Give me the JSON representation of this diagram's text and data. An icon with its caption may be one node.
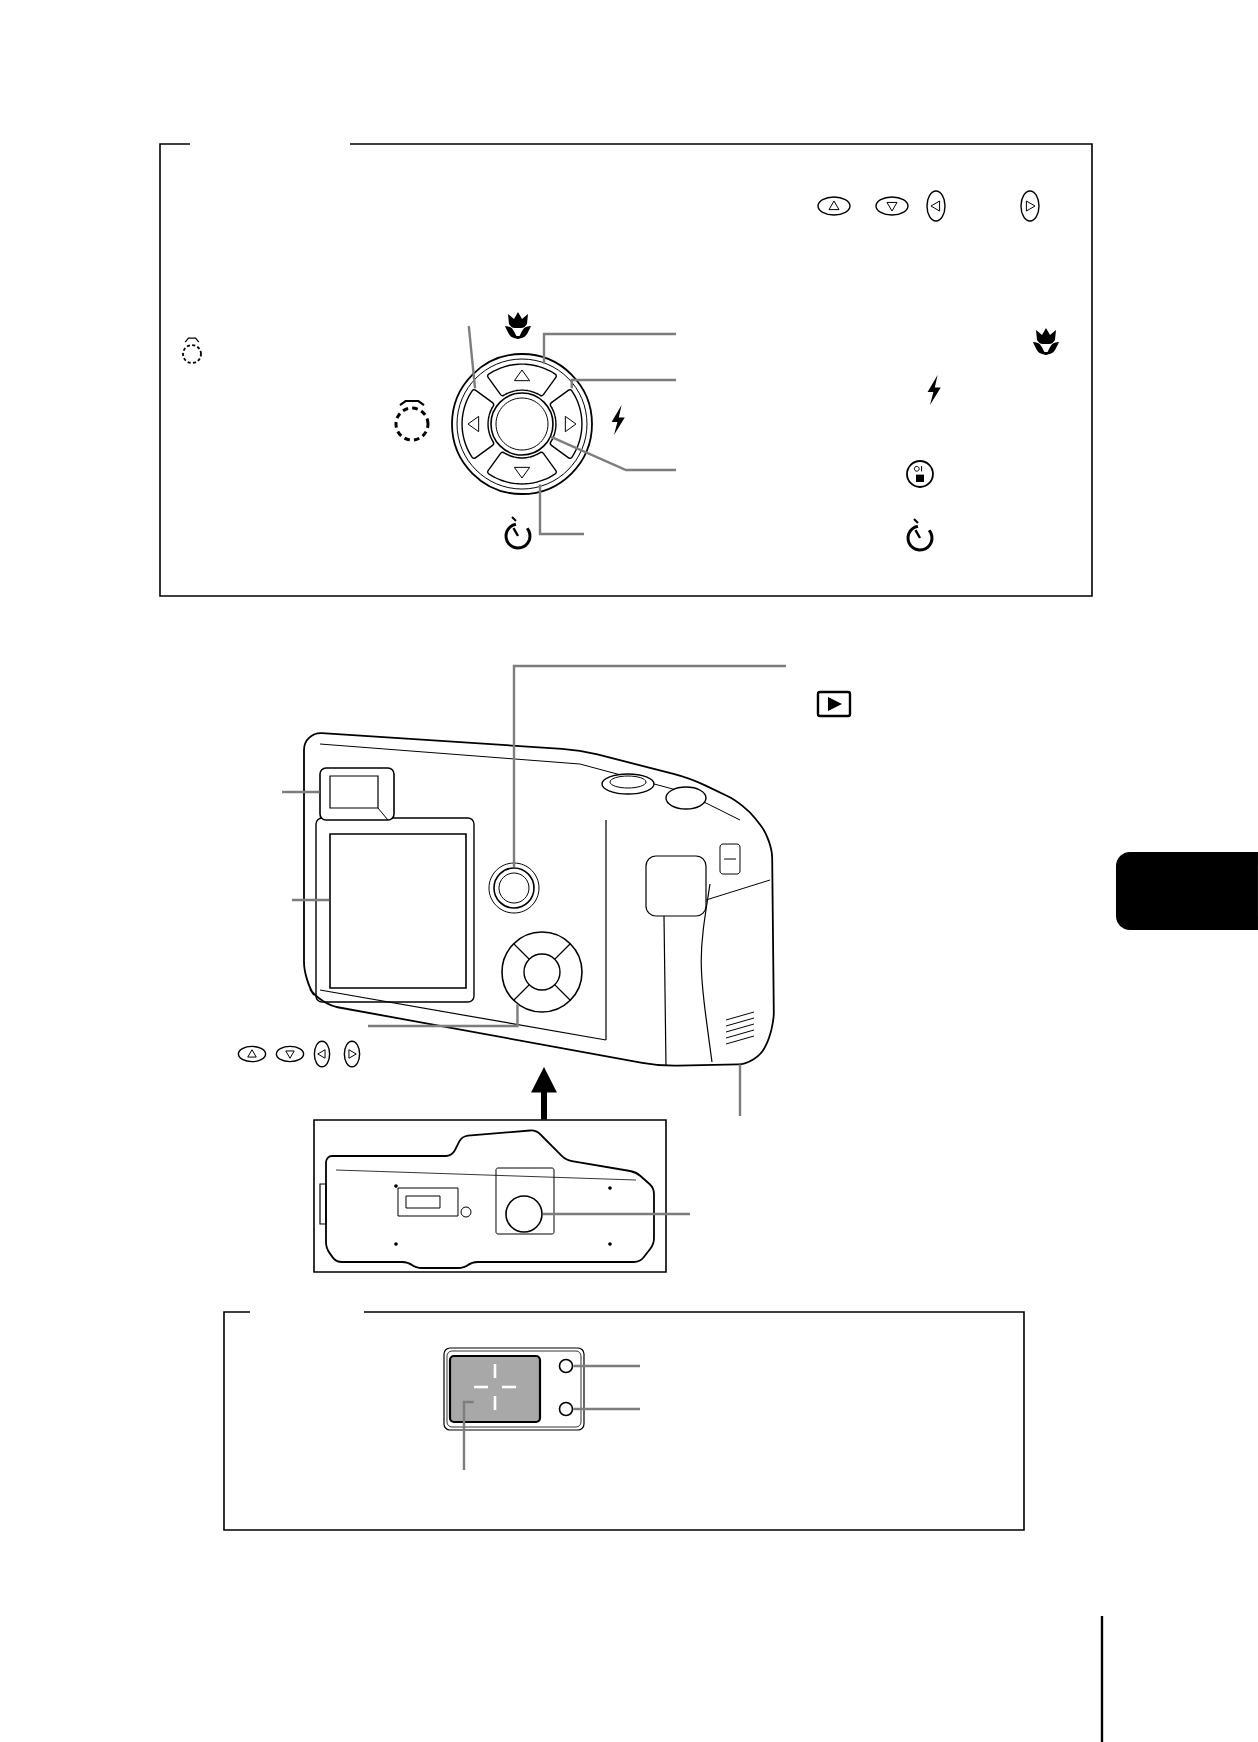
{
  "diagram": {
    "nodes": [
      {
        "text": [],
        "shape": "picture"
      },
      {
        "text": [],
        "shape": "picture"
      },
      {
        "text": [],
        "shape": "picture"
      },
      {
        "text": [],
        "shape": "circle"
      },
      {
        "text": [],
        "shape": "picture"
      },
      {
        "text": [],
        "shape": "picture"
      },
      {
        "text": [],
        "shape": "picture",
        "in": 5
      },
      {
        "text": [],
        "shape": "circle",
        "in": 5
      },
      {
        "text": [],
        "shape": "box",
        "in": 5
      },
      {
        "text": [],
        "shape": "circle",
        "in": 5
      },
      {
        "text": [],
        "shape": "picture",
        "in": 5
      },
      {
        "text": [],
        "shape": "picture"
      },
      {
        "text": [],
        "shape": "circle",
        "in": 11
      },
      {
        "text": [],
        "shape": "picture"
      },
      {
        "text": [],
        "shape": "circle",
        "in": 13
      },
      {
        "text": [],
        "shape": "circle",
        "in": 13
      },
      {
        "text": [],
        "shape": "picture",
        "in": 13
      }
    ],
    "edges": [
      {
        "from": null,
        "to": 0,
        "arrow": "none"
      },
      {
        "from": null,
        "to": 1,
        "arrow": "none"
      },
      {
        "from": null,
        "to": 2,
        "arrow": "none"
      },
      {
        "from": null,
        "to": 3,
        "arrow": "none"
      },
      {
        "from": null,
        "to": 4,
        "arrow": "none"
      },
      {
        "from": null,
        "to": 6,
        "arrow": "none"
      },
      {
        "from": null,
        "to": 7,
        "arrow": "none"
      },
      {
        "from": null,
        "to": 8,
        "arrow": "none"
      },
      {
        "from": null,
        "to": 9,
        "arrow": "none"
      },
      {
        "from": null,
        "to": 10,
        "arrow": "none"
      },
      {
        "from": 11,
        "to": 5,
        "arrow": "to",
        "style": "thick",
        "color": "#000000"
      },
      {
        "from": null,
        "to": 12,
        "arrow": "none"
      },
      {
        "from": null,
        "to": 14,
        "arrow": "none"
      },
      {
        "from": null,
        "to": 15,
        "arrow": "none"
      },
      {
        "from": null,
        "to": 16,
        "arrow": "none"
      }
    ]
  }
}
